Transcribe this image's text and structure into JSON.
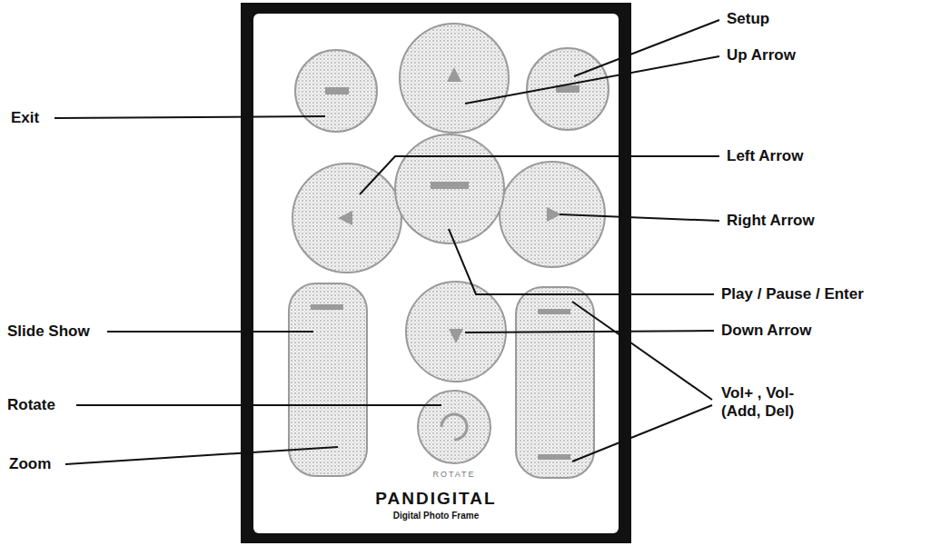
{
  "diagram": {
    "labels": [
      "Setup",
      "Up Arrow",
      "Exit",
      "Left Arrow",
      "Right Arrow",
      "Play / Pause / Enter",
      "Slide Show",
      "Down Arrow",
      "Vol+ , Vol- (Add, Del)",
      "Rotate",
      "Zoom",
      "ROTATE",
      "PANDIGITAL",
      "Digital Photo Frame"
    ]
  }
}
